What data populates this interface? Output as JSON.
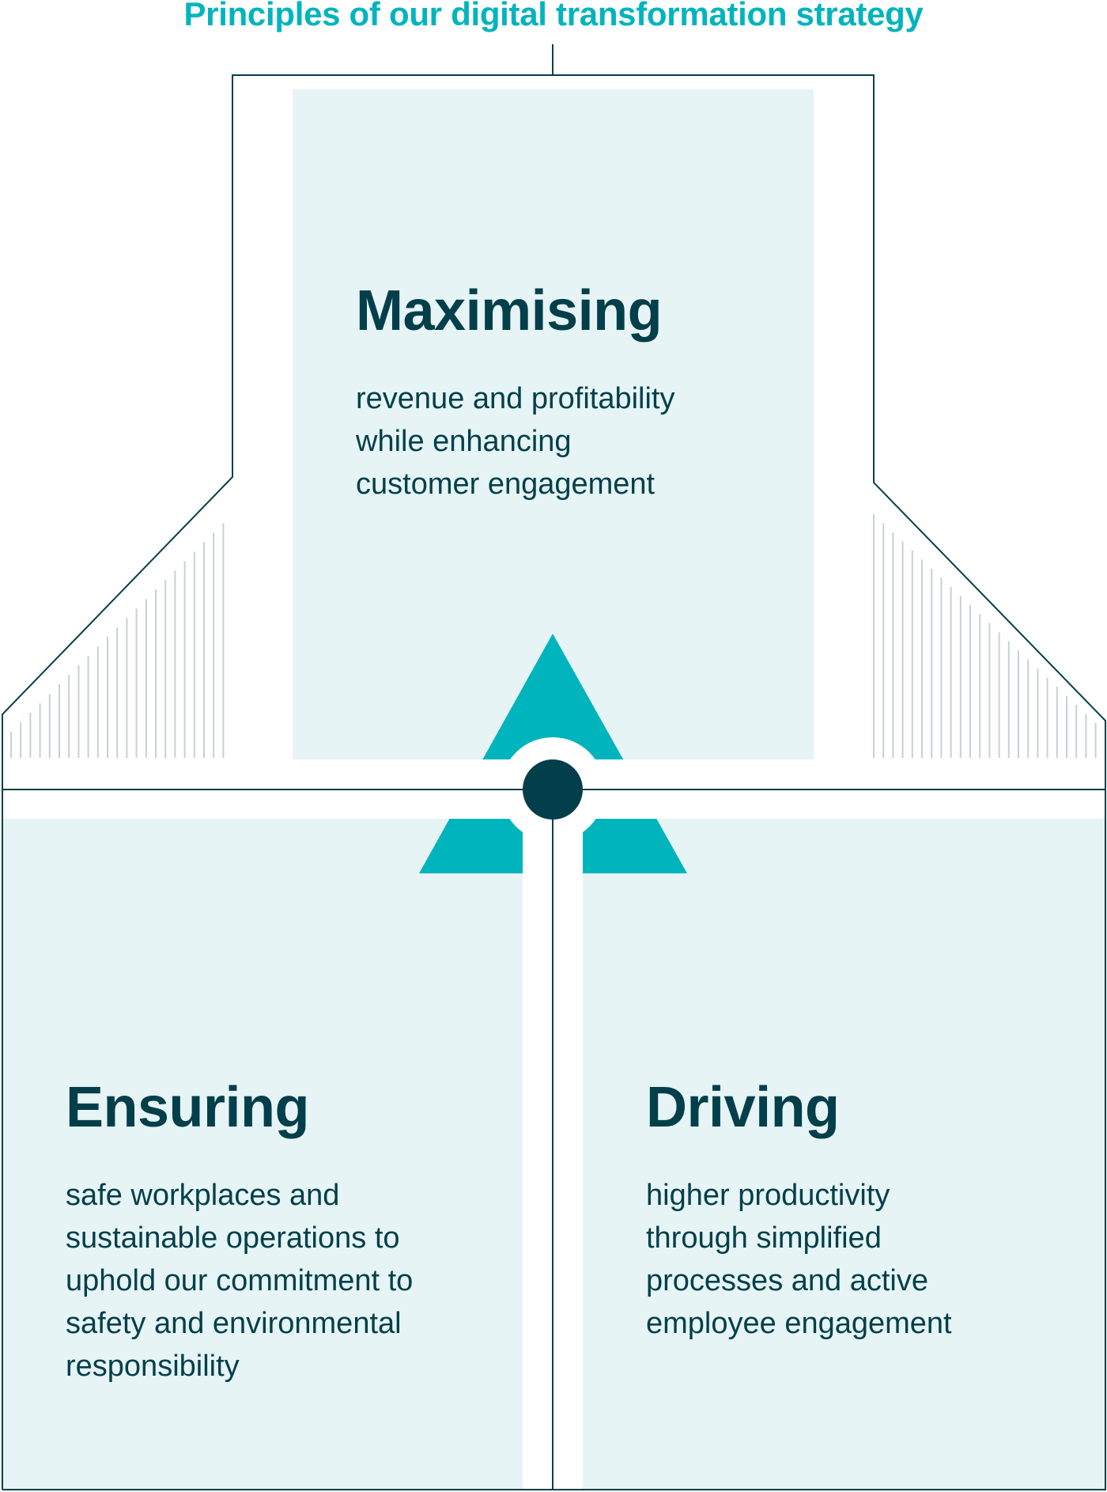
{
  "title": "Principles of our digital transformation strategy",
  "colors": {
    "accent": "#00b4be",
    "dark": "#023f4a",
    "panel": "#e6f4f5",
    "hatch": "#c6d0d6"
  },
  "principles": [
    {
      "heading": "Maximising",
      "text": "revenue and profitability while enhancing customer engagement",
      "lines": [
        "revenue and profitability",
        "while enhancing",
        "customer engagement"
      ]
    },
    {
      "heading": "Ensuring",
      "text": "safe workplaces and sustainable operations to uphold our commitment to safety and environmental responsibility",
      "lines": [
        "safe workplaces and",
        "sustainable operations to",
        "uphold our commitment to",
        "safety and environmental",
        "responsibility"
      ]
    },
    {
      "heading": "Driving",
      "text": "higher productivity through simplified processes and active employee engagement",
      "lines": [
        "higher productivity",
        "through simplified",
        "processes and active",
        "employee engagement"
      ]
    }
  ]
}
